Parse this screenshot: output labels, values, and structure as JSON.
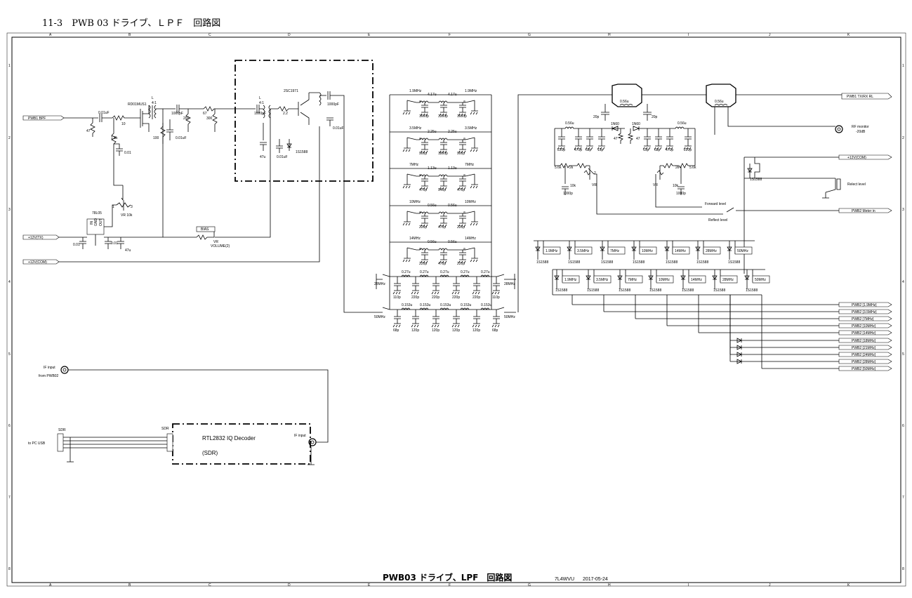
{
  "header": {
    "title": "11-3　PWB 03 ドライブ、ＬＰＦ　回路図"
  },
  "frame": {
    "cols": [
      "A",
      "B",
      "C",
      "D",
      "E",
      "F",
      "G",
      "H",
      "I",
      "J",
      "K"
    ],
    "rows": [
      "1",
      "2",
      "3",
      "4",
      "5",
      "6",
      "7",
      "8"
    ]
  },
  "footer": {
    "title": "PWB03 ドライブ、LPF　回路図",
    "author": "7L4WVU",
    "date": "2017-05-24"
  },
  "drive": {
    "input_port": "PWB1 BPF",
    "pwr_tx": "+12V(TX)",
    "pwr_com": "+12V(COM)",
    "parts": [
      "0.01uF",
      "10",
      "47",
      "1.8k",
      "0.01",
      "RD01MUS1",
      "L",
      "4:1",
      "1000pF",
      "200",
      "67",
      "300",
      "100",
      "0.01uF",
      "VR 10k",
      "78L05",
      "IN",
      "GND",
      "OUT",
      "0.01",
      "0.01",
      "47u",
      "BIAS",
      "VR",
      "VOLUME(2)",
      "2SC1971",
      "L",
      "4:1",
      "1000pF",
      "2.2",
      "1000pF",
      "0.01uF",
      "47u",
      "0.01uF",
      "1S1588"
    ]
  },
  "lpf": {
    "stages": [
      {
        "band": "1.9MHz",
        "l1": "4.17u",
        "l2": "4.17u",
        "c": [
          "1600p",
          "3300p",
          "1600p"
        ]
      },
      {
        "band": "3.5MHz",
        "l1": "2.25u",
        "l2": "2.25u",
        "c": [
          "900p",
          "1800p",
          "900p"
        ]
      },
      {
        "band": "7MHz",
        "l1": "1.13u",
        "l2": "1.13u",
        "c": [
          "470p",
          "940p",
          "470p"
        ]
      },
      {
        "band": "10MHz",
        "l1": "0.56u",
        "l2": "0.56u",
        "c": [
          "220p",
          "470p",
          "220p"
        ]
      },
      {
        "band": "14MHz",
        "l1": "0.56u",
        "l2": "0.56u",
        "c": [
          "220p",
          "470p",
          "220p"
        ]
      }
    ],
    "stage28": {
      "band": "28MHz",
      "l": [
        "0.27u",
        "0.27u",
        "0.27u",
        "0.27u",
        "0.27u"
      ],
      "c": [
        "110p",
        "220p",
        "220p",
        "220p",
        "220p",
        "110p"
      ]
    },
    "stage50": {
      "band": "50MHz",
      "l": [
        "0.153u",
        "0.153u",
        "0.153u",
        "0.153u",
        "0.153u"
      ],
      "c": [
        "68p",
        "120p",
        "120p",
        "120p",
        "120p",
        "68p"
      ]
    }
  },
  "sensor": {
    "out_port": "PWB1 TX/RX RL",
    "l_main": "0.56u",
    "rf_monitor": "RF monitor",
    "rf_monitor_att": "-20dB",
    "parts": [
      "20p",
      "20p",
      "1N60",
      "1N60",
      "47",
      "47",
      "0.56u",
      "0.56u",
      "220p",
      "470p",
      "68p",
      "15p",
      "15p",
      "68p",
      "470p",
      "220p",
      "5.6k",
      "2k",
      "2k",
      "5.6k",
      "10k",
      "10k",
      "1000p",
      "1000p",
      "VR",
      "VR",
      "2"
    ],
    "pwr": "+12V(COM)",
    "relay_diode": "1S1588",
    "switch_label": "Relect level",
    "forward": "Forward level",
    "reflect": "Reflect level",
    "meter_port": "PWB2 Meter in"
  },
  "relays": {
    "top": [
      "1.9MHz",
      "3.5MHz",
      "7MHz",
      "10MHz",
      "14MHz",
      "28MHz",
      "50MHz"
    ],
    "bottom": [
      "1.9MHz",
      "3.5MHz",
      "7MHz",
      "10MHz",
      "14MHz",
      "28MHz",
      "50MHz"
    ],
    "diode": "1S1588",
    "ports": [
      "PWB2 [1.9MHz]",
      "PWB2 [3.5MHz]",
      "PWB2 [7MHz]",
      "PWB2 [10MHz]",
      "PWB2 [14MHz]",
      "PWB2 [18MHz]",
      "PWB2 [21MHz]",
      "PWB2 [24MHz]",
      "PWB2 [28MHz]",
      "PWB2 [50MHz]"
    ]
  },
  "sdr": {
    "if_input": "IF input",
    "from": "from PWB02",
    "sdr_label": "SDR",
    "sdr_label2": "SDR",
    "pc": "to PC USB",
    "decoder": "RTL2832 IQ Decoder",
    "decoder_sub": "(SDR)",
    "if_input2": "IF input"
  }
}
